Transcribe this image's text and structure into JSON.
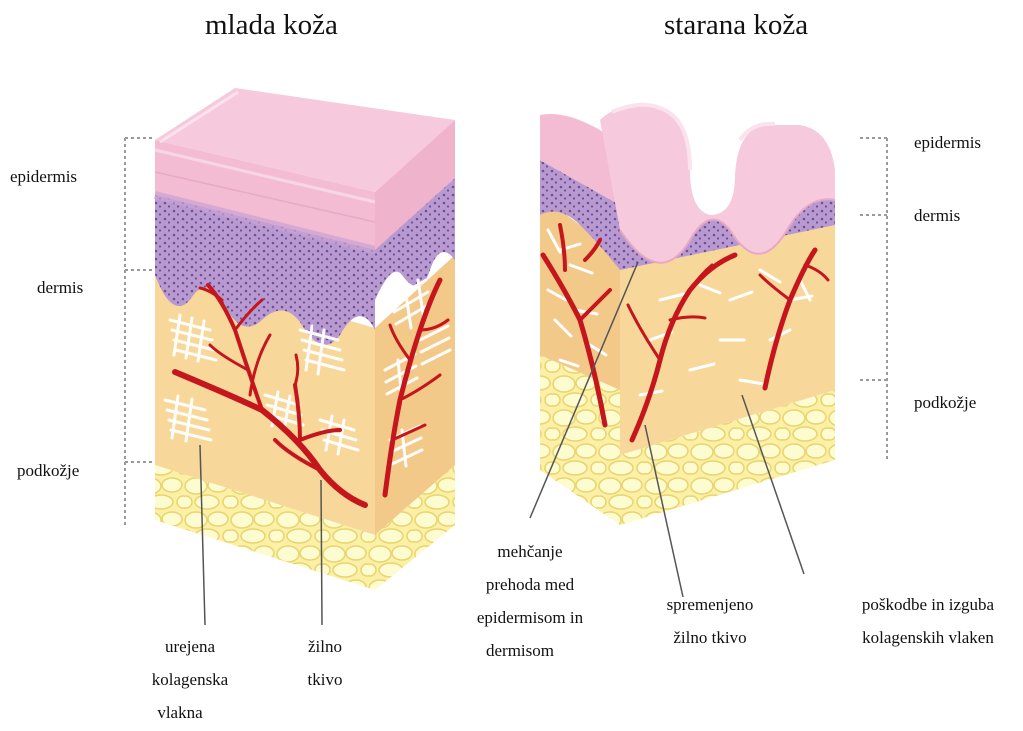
{
  "titles": {
    "young": "mlada koža",
    "aged": "starana koža"
  },
  "left_layers": {
    "epidermis": "epidermis",
    "dermis": "dermis",
    "subcutis": "podkožje"
  },
  "right_layers": {
    "epidermis": "epidermis",
    "dermis": "dermis",
    "subcutis": "podkožje"
  },
  "callouts": {
    "collagen_ordered": [
      "urejena",
      "kolagenska",
      "vlakna"
    ],
    "vascular_left": [
      "žilno",
      "tkivo"
    ],
    "junction_softening": [
      "mehčanje",
      "prehoda med",
      "epidermisom in",
      "dermisom"
    ],
    "vascular_changed": [
      "spremenjeno",
      "žilno tkivo"
    ],
    "collagen_damage": [
      "poškodbe in izguba",
      "kolagenskih vlaken"
    ]
  },
  "colors": {
    "epidermis_top": "#f6c9dc",
    "epidermis_side": "#f3bcd3",
    "basal_layer": "#b794c9",
    "basal_dots": "#7a5aa6",
    "dermis": "#f8d89a",
    "fat": "#fbf3a0",
    "vessel": "#c4161c",
    "collagen": "#ffffff",
    "bracket": "#9a9a9a",
    "leader": "#555555"
  }
}
